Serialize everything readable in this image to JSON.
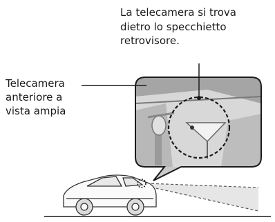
{
  "location_note": "La telecamera si trova\ndietro lo specchietto\nretrovisore.",
  "camera_label": "Telecamera\nanteriore a\nvista ampia",
  "colors": {
    "line": "#1a1a1a",
    "inset_bg": "#cfcfcf",
    "inset_dark": "#8a8a8a",
    "field_of_view": "#e6e6e6"
  },
  "icons": [
    "car-illustration",
    "camera-inset-illustration"
  ]
}
